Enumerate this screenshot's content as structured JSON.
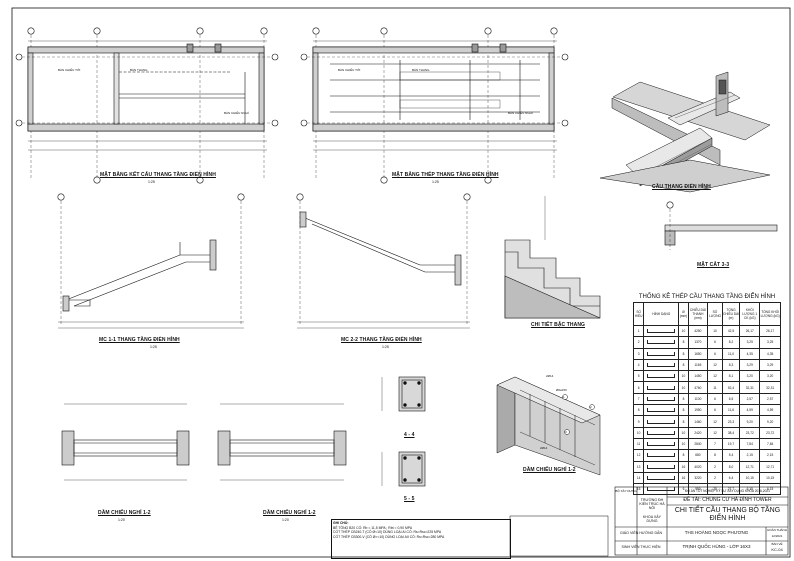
{
  "drawings": {
    "plan_ket_cau": {
      "title": "MẶT BẰNG KẾT CẤU THANG TẦNG ĐIỂN HÌNH",
      "scale": "1:25"
    },
    "plan_thep": {
      "title": "MẶT BẰNG THÉP THANG TẦNG ĐIỂN HÌNH",
      "scale": "1:25"
    },
    "cau_thang_3d": {
      "title": "CẦU THANG ĐIỂN HÌNH"
    },
    "mc_1_1": {
      "title": "MC 1-1 THANG TẦNG ĐIỂN HÌNH",
      "scale": "1:25"
    },
    "mc_2_2": {
      "title": "MC 2-2 THANG TẦNG ĐIỂN HÌNH",
      "scale": "1:25"
    },
    "chi_tiet_bac": {
      "title": "CHI TIẾT BẬC THANG"
    },
    "mat_cat_3_3": {
      "title": "MẶT CẮT 3-3"
    },
    "dam_chieu_nghi_1": {
      "title": "DẦM CHIẾU NGHỈ 1-2",
      "scale": "1:20"
    },
    "dam_chieu_nghi_2": {
      "title": "DẦM CHIẾU NGHỈ 1-2",
      "scale": "1:20"
    },
    "section_4_4": {
      "title": "4 - 4"
    },
    "section_5_5": {
      "title": "5 - 5"
    },
    "dam_3d": {
      "title": "DẦM CHIẾU NGHỈ 1-2"
    }
  },
  "plan_labels": {
    "ban_chieu_toi": "BẢN CHIẾU TỚI",
    "ban_thang": "BẢN THANG",
    "ban_chieu_nghi": "BẢN CHIẾU NGHỈ"
  },
  "table": {
    "title": "THỐNG KÊ THÉP CẦU THANG TẦNG ĐIỂN HÌNH",
    "headers": [
      "SỐ HIỆU",
      "HÌNH DẠNG",
      "Ø (mm)",
      "CHIỀU DÀI THANH (mm)",
      "SỐ LƯỢNG",
      "TỔNG CHIỀU DÀI (m)",
      "KHỐI LƯỢNG 1 CK (kG)",
      "TỔNG KHỐI LƯỢNG (kG)"
    ],
    "rows": [
      [
        "1",
        "",
        "10",
        "4250",
        "10",
        "42,5",
        "26,17",
        "26,17"
      ],
      [
        "2",
        "",
        "8",
        "1370",
        "6",
        "8,2",
        "3,25",
        "3,25"
      ],
      [
        "3",
        "",
        "8",
        "1650",
        "6",
        "11,0",
        "4,35",
        "4,35"
      ],
      [
        "4",
        "",
        "8",
        "1165",
        "12",
        "8,3",
        "3,29",
        "3,29"
      ],
      [
        "5",
        "",
        "10",
        "1450",
        "12",
        "8,1",
        "3,20",
        "3,20"
      ],
      [
        "6",
        "",
        "10",
        "4760",
        "11",
        "52,4",
        "32,31",
        "32,31"
      ],
      [
        "7",
        "",
        "8",
        "1100",
        "6",
        "6,5",
        "2,57",
        "2,57"
      ],
      [
        "8",
        "",
        "8",
        "1950",
        "6",
        "11,6",
        "4,59",
        "4,59"
      ],
      [
        "9",
        "",
        "8",
        "1460",
        "12",
        "23,3",
        "9,20",
        "9,20"
      ],
      [
        "10",
        "",
        "10",
        "2420",
        "12",
        "38,4",
        "23,72",
        "23,72"
      ],
      [
        "11",
        "",
        "10",
        "2840",
        "7",
        "19,7",
        "7,84",
        "7,84"
      ],
      [
        "12",
        "",
        "8",
        "680",
        "8",
        "5,4",
        "2,15",
        "2,15"
      ],
      [
        "13",
        "",
        "16",
        "4020",
        "2",
        "8,0",
        "12,71",
        "12,71"
      ],
      [
        "14",
        "",
        "16",
        "3220",
        "2",
        "6,4",
        "10,15",
        "10,15"
      ],
      [
        "15",
        "",
        "6",
        "990",
        "28",
        "27,7",
        "6,15",
        "6,15"
      ]
    ]
  },
  "title_block": {
    "dept": "BỘ XÂY DỰNG",
    "school": "TRƯỜNG ĐH KIẾN TRÚC HÀ NỘI",
    "faculty": "KHOA XÂY DỰNG",
    "project_header": "ĐỒ ÁN TỐT NGHIỆP KỸ SƯ XÂY DỰNG KHÓA 2016-2021",
    "project": "ĐỀ TÀI: CHUNG CƯ HÀ ĐÌNH TOWER",
    "sheet_title": "CHI TIẾT CẦU THANG BỘ TẦNG ĐIỂN HÌNH",
    "gvhd_label": "GIÁO VIÊN HƯỚNG DẪN",
    "gvhd": "THS HOÀNG NGỌC PHƯƠNG",
    "svth_label": "SINH VIÊN THỰC HIỆN",
    "svth": "TRỊNH QUỐC HÙNG - LỚP 16X3",
    "date_label": "HOÀN THÀNH",
    "date": "12/2021",
    "sheet_label": "BẢN VẼ",
    "sheet_no": "KC-04"
  },
  "notes": {
    "heading": "GHI CHÚ:",
    "lines": [
      "BÊ TÔNG B20 CÓ: Rb = 11,5 MPA ; Rbt = 0,90 MPA",
      "CỐT THÉP CB240-T (CÓ Ø<10) DÙNG LOẠI AI CÓ: Rs=Rsc=225 MPA",
      "CỐT THÉP CB300-V (CÓ Ø>=10) DÙNG LOẠI AII CÓ: Rs=Rsc=280 MPA"
    ]
  },
  "beam_3d_labels": [
    "2Ø14",
    "Ø6a150",
    "2Ø14",
    "1",
    "2",
    "3"
  ]
}
